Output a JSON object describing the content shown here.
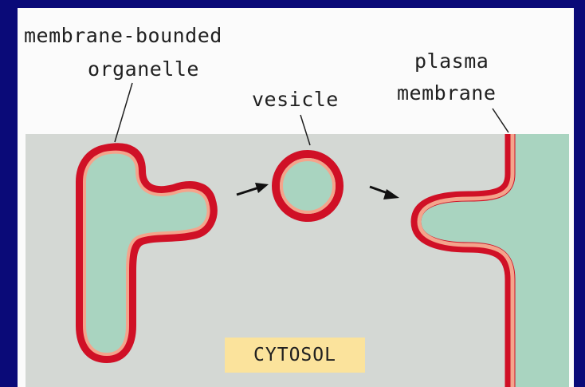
{
  "labels": {
    "organelle_line1": "membrane-bounded",
    "organelle_line2": "organelle",
    "vesicle": "vesicle",
    "plasma_line1": "plasma",
    "plasma_line2": "membrane",
    "cytosol": "CYTOSOL"
  },
  "colors": {
    "frame": "#0a0a78",
    "panel": "#fbfbfb",
    "cytosol_background": "#d4d8d4",
    "lumen": "#a9d4c0",
    "membrane_outer": "#d01026",
    "membrane_inner": "#f4a48c",
    "cytosol_label_background": "#fbe39c"
  }
}
